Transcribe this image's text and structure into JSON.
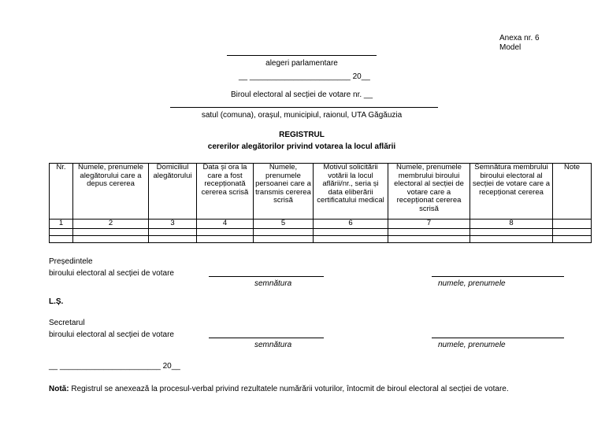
{
  "annex": {
    "label": "Anexa nr. 6",
    "model": "Model"
  },
  "header": {
    "election_blank": "_______________________________________",
    "election_type": "alegeri parlamentare",
    "date_line": "__ _______________________ 20__",
    "bureau": "Biroul electoral al secției de votare nr. __",
    "locality_blank": "__________________________________________________________________________",
    "locality_caption": "satul (comuna), orașul, municipiul, raionul, UTA Găgăuzia"
  },
  "title": {
    "main": "REGISTRUL",
    "sub": "cererilor alegătorilor privind votarea la locul aflării"
  },
  "table": {
    "headers": [
      "Nr.",
      "Numele, prenumele alegătorului care a depus cererea",
      "Domiciliul alegătorului",
      "Data și ora la care a fost recepționată cererea scrisă",
      "Numele, prenumele persoanei care a transmis cererea scrisă",
      "Motivul solicitării votării la locul aflării/nr., seria și data eliberării certificatului medical",
      "Numele, prenumele membrului biroului electoral al secției de votare care a recepționat cererea scrisă",
      "Semnătura membrului biroului electoral al secției de votare care a recepționat cererea",
      "Note"
    ],
    "numbers": [
      "1",
      "2",
      "3",
      "4",
      "5",
      "6",
      "7",
      "8",
      ""
    ]
  },
  "president": {
    "line1": "Președintele",
    "line2": "biroului electoral al secției de votare",
    "signature_blank": "______________________________",
    "signature_caption": "semnătura",
    "name_blank": "___________________________________",
    "name_caption": "numele, prenumele"
  },
  "stamp": "L.Ș.",
  "secretary": {
    "line1": "Secretarul",
    "line2": "biroului electoral al secției de votare",
    "signature_blank": "______________________________",
    "signature_caption": "semnătura",
    "name_blank": "___________________________________",
    "name_caption": "numele, prenumele"
  },
  "footer_date": "__ _______________________ 20__",
  "note": {
    "label": "Notă:",
    "text": " Registrul se anexează la procesul-verbal privind rezultatele numărării voturilor, întocmit de biroul electoral al secției de votare."
  }
}
